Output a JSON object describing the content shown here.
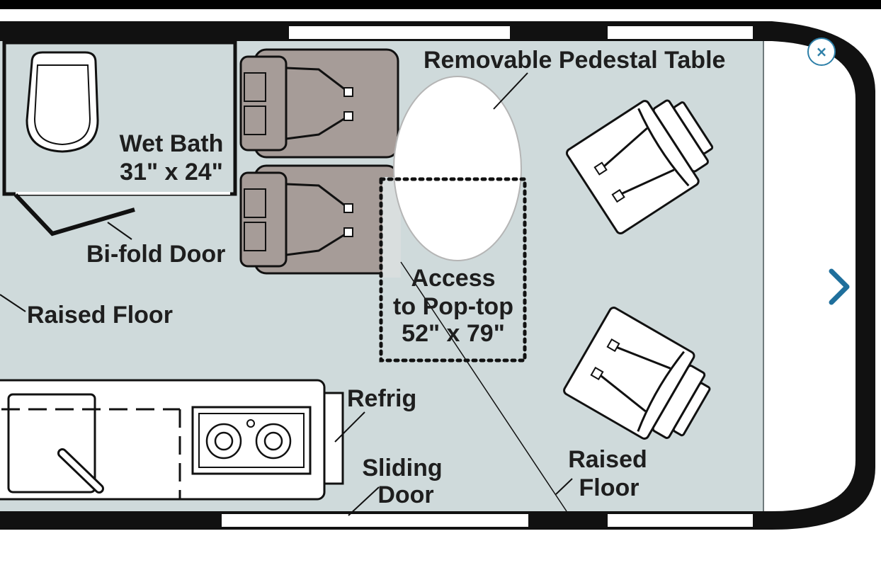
{
  "labels": {
    "wet_bath_line1": "Wet Bath",
    "wet_bath_line2": "31\" x 24\"",
    "bifold_door": "Bi-fold Door",
    "raised_floor_left": "Raised Floor",
    "table": "Removable Pedestal Table",
    "poptop_line1": "Access",
    "poptop_line2": "to Pop-top",
    "poptop_line3": "52\" x 79\"",
    "refrig": "Refrig",
    "sliding_line1": "Sliding",
    "sliding_line2": "Door",
    "raised_floor_right_line1": "Raised",
    "raised_floor_right_line2": "Floor"
  },
  "controls": {
    "close_glyph": "×"
  },
  "colors": {
    "floor": "#cfdadb",
    "wall": "#111111",
    "seat": "#a69c98",
    "accent": "#2d7fa8"
  }
}
